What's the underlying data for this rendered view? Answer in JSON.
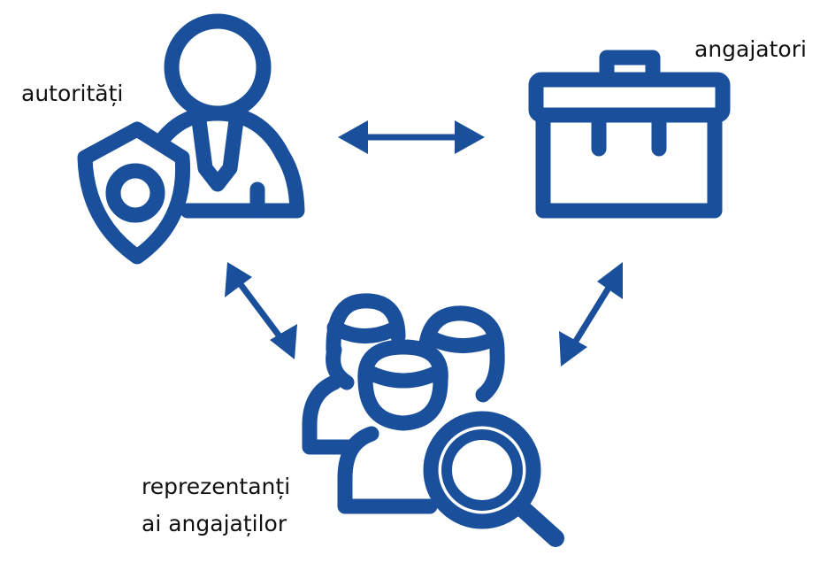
{
  "nodes": {
    "authorities": {
      "label": "autorități",
      "icon": "official-with-shield-icon"
    },
    "employers": {
      "label": "angajatori",
      "icon": "toolbox-icon"
    },
    "representatives": {
      "label_line1": "reprezentanți",
      "label_line2": "ai angajaților",
      "icon": "group-with-magnifier-icon"
    }
  },
  "edges": [
    {
      "from": "authorities",
      "to": "employers",
      "type": "bidirectional"
    },
    {
      "from": "authorities",
      "to": "representatives",
      "type": "bidirectional"
    },
    {
      "from": "employers",
      "to": "representatives",
      "type": "bidirectional"
    }
  ],
  "colors": {
    "icon": "#1a4f9c",
    "text": "#111111",
    "background": "#ffffff"
  }
}
